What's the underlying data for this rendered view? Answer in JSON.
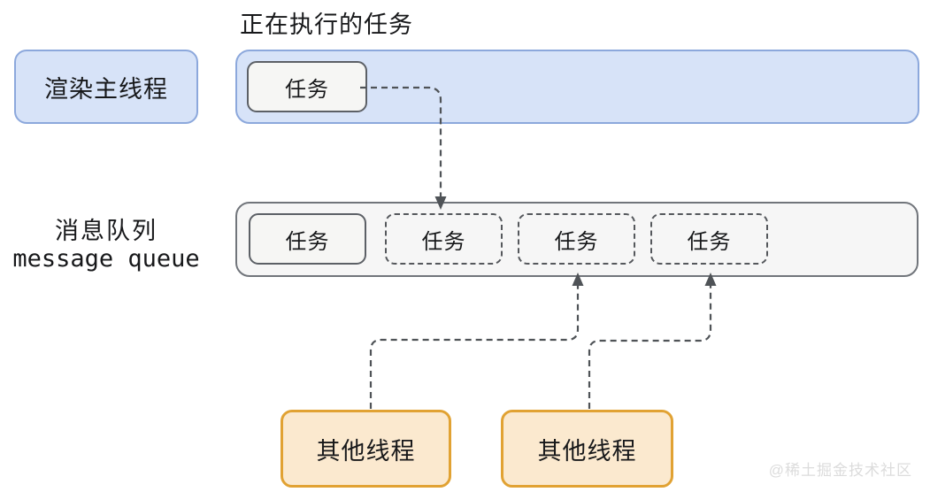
{
  "title": "正在执行的任务",
  "render_thread": {
    "label": "渲染主线程",
    "executing_task": {
      "label": "任务"
    }
  },
  "message_queue": {
    "label_cn": "消息队列",
    "label_en": "message queue",
    "tasks": [
      {
        "label": "任务",
        "style": "solid"
      },
      {
        "label": "任务",
        "style": "dashed"
      },
      {
        "label": "任务",
        "style": "dashed"
      },
      {
        "label": "任务",
        "style": "dashed"
      }
    ]
  },
  "other_threads": [
    {
      "label": "其他线程"
    },
    {
      "label": "其他线程"
    }
  ],
  "watermark": "@稀土掘金技术社区",
  "colors": {
    "blue_fill": "#D7E3F8",
    "blue_border": "#8CA8DC",
    "queue_fill": "#F6F6F6",
    "queue_border": "#71757B",
    "task_fill": "#F6F6F4",
    "task_border": "#5C6066",
    "orange_fill": "#FBE9CF",
    "orange_border": "#E1A233",
    "arrow": "#4F5357",
    "text": "#17181A",
    "watermark": "#DCDCDC"
  }
}
